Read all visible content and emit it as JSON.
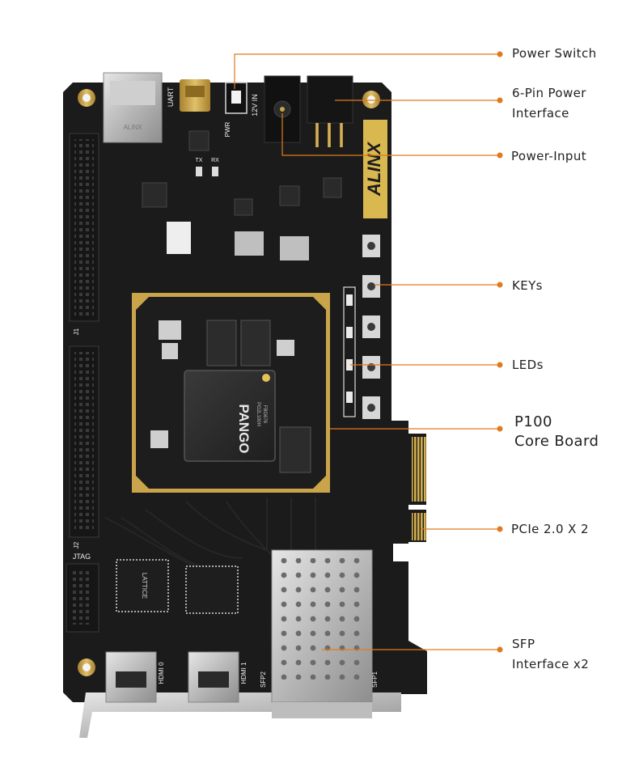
{
  "labels": {
    "power_switch": "Power Switch",
    "six_pin_line1": "6-Pin Power",
    "six_pin_line2": "Interface",
    "power_input": "Power-Input",
    "keys": "KEYs",
    "leds": "LEDs",
    "core_board_line1": "P100",
    "core_board_line2": "Core Board",
    "pcie": "PCIe 2.0 X 2",
    "sfp_line1": "SFP",
    "sfp_line2": "Interface x2"
  },
  "board_print": {
    "brand": "ALINX",
    "uart": "UART",
    "dc_in": "12V IN",
    "pwr": "PWR",
    "tx": "TX",
    "rx": "RX",
    "jtag": "JTAG",
    "j1": "J1",
    "j2": "J2",
    "hdmi0": "HDMI 0",
    "hdmi1": "HDMI 1",
    "sfp1": "SFP1",
    "sfp2": "SFP2",
    "chip_brand": "PANGO",
    "chip_part": "PG2L100H",
    "chip_sub": "FBG676",
    "lattice": "LATTICE"
  },
  "colors": {
    "pcb": "#1b1b1b",
    "gold": "#c9a44a",
    "callout_line": "#e07a1e",
    "text": "#222222"
  }
}
